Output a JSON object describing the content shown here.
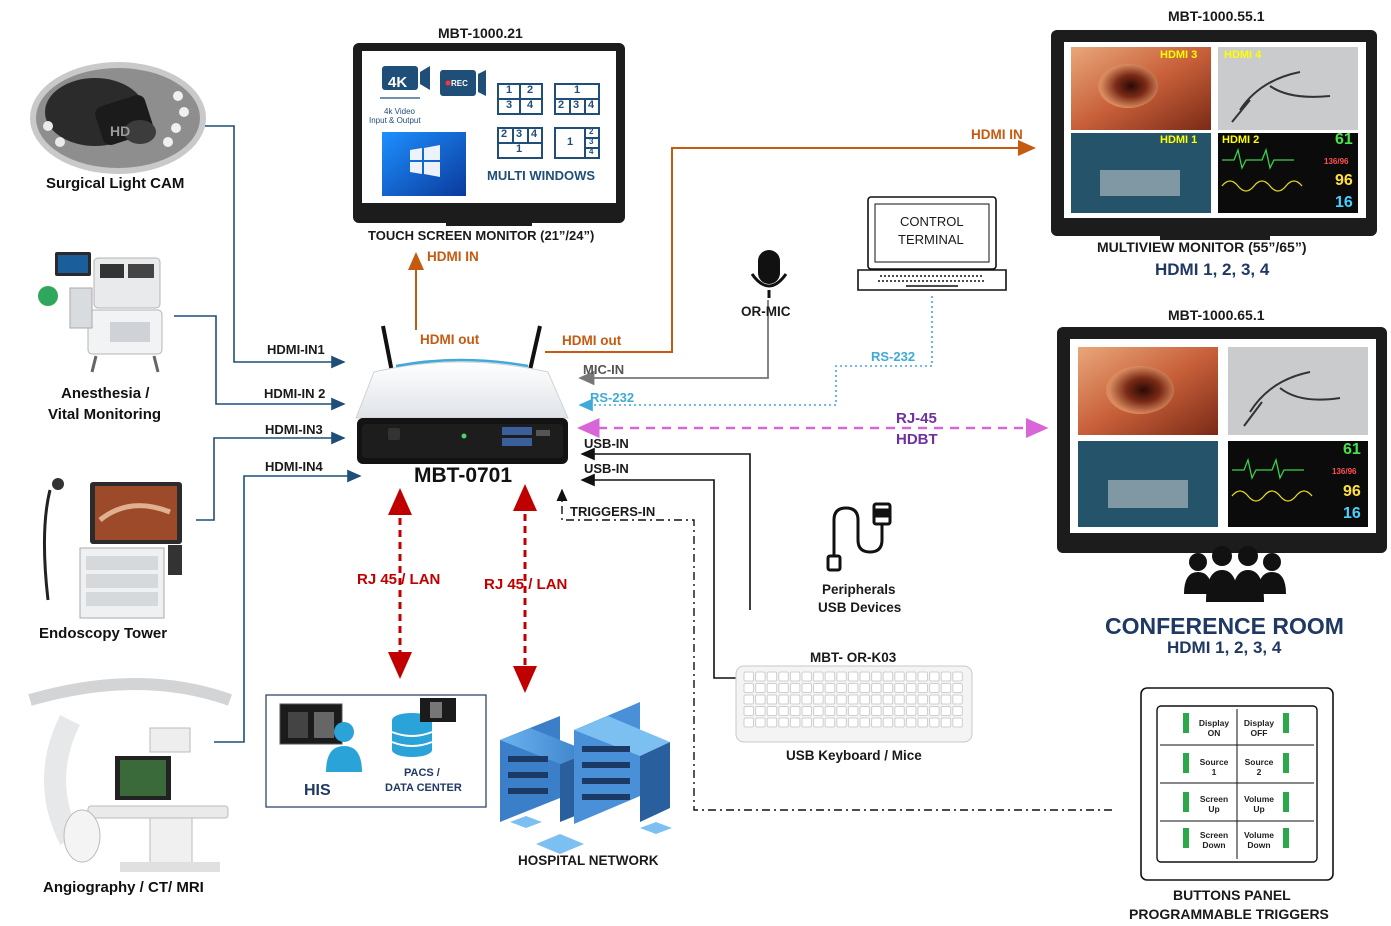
{
  "hub": {
    "name": "MBT-0701"
  },
  "sources": {
    "surgical_cam": "Surgical Light CAM",
    "anesthesia_line1": "Anesthesia /",
    "anesthesia_line2": "Vital Monitoring",
    "endoscopy": "Endoscopy Tower",
    "angiography": "Angiography / CT/ MRI"
  },
  "inputs": {
    "in1": "HDMI-IN1",
    "in2": "HDMI-IN 2",
    "in3": "HDMI-IN3",
    "in4": "HDMI-IN4"
  },
  "touch_monitor": {
    "model": "MBT-1000.21",
    "caption": "TOUCH SCREEN MONITOR (21”/24”)",
    "badge_4k": "4K",
    "badge_rec": "REC",
    "video_text_line1": "4k Video",
    "video_text_line2": "Input & Output",
    "multi_windows": "MULTI WINDOWS",
    "hdmi_in": "HDMI  IN",
    "hdmi_out": "HDMI  out",
    "layout1": [
      "1",
      "2",
      "3",
      "4"
    ],
    "layout2": [
      "1",
      "2",
      "3",
      "4"
    ],
    "layout3": [
      "2",
      "3",
      "4",
      "1"
    ],
    "layout4": [
      "1",
      "2",
      "3",
      "4"
    ]
  },
  "multiview": {
    "model": "MBT-1000.55.1",
    "caption": "MULTIVIEW MONITOR (55”/65”)",
    "sub": "HDMI 1, 2, 3, 4",
    "hdmi_in": "HDMI IN",
    "hdmi_out": "HDMI out",
    "tiles": [
      "HDMI 3",
      "HDMI 4",
      "HDMI 1",
      "HDMI 2"
    ],
    "vitals": {
      "hr": "61",
      "bp": "136/96",
      "spo2": "96",
      "resp": "16"
    }
  },
  "conference": {
    "model": "MBT-1000.65.1",
    "title": "CONFERENCE ROOM",
    "sub": "HDMI 1, 2, 3, 4",
    "rj45": "RJ-45",
    "hdbt": "HDBT",
    "vitals": {
      "hr": "61",
      "bp": "136/96",
      "spo2": "96",
      "resp": "16"
    }
  },
  "control": {
    "line1": "CONTROL",
    "line2": "TERMINAL",
    "rs232_top": "RS-232",
    "rs232_hub": "RS-232"
  },
  "mic": {
    "name": "OR-MIC",
    "input": "MIC-IN"
  },
  "usb": {
    "in1": "USB-IN",
    "in2": "USB-IN",
    "peripherals_line1": "Peripherals",
    "peripherals_line2": "USB Devices",
    "keyboard_model": "MBT- OR-K03",
    "keyboard_caption": "USB Keyboard / Mice"
  },
  "triggers": {
    "input": "TRIGGERS-IN",
    "panel_line1": "BUTTONS PANEL",
    "panel_line2": "PROGRAMMABLE TRIGGERS",
    "buttons": [
      [
        "Display",
        "ON"
      ],
      [
        "Display",
        "OFF"
      ],
      [
        "Source",
        "1"
      ],
      [
        "Source",
        "2"
      ],
      [
        "Screen",
        "Up"
      ],
      [
        "Volume",
        "Up"
      ],
      [
        "Screen",
        "Down"
      ],
      [
        "Volume",
        "Down"
      ]
    ]
  },
  "network": {
    "lan_left": "RJ 45 / LAN",
    "lan_right": "RJ 45 / LAN",
    "his": "HIS",
    "pacs_line1": "PACS /",
    "pacs_line2": "DATA CENTER",
    "hospital": "HOSPITAL NETWORK"
  },
  "colors": {
    "hdmi_line": "#1f4e79",
    "hdmi_out": "#c55a11",
    "rs232": "#3fa9d8",
    "hdbt": "#d966d9",
    "lan": "#c00000",
    "server": "#4a90d9"
  }
}
